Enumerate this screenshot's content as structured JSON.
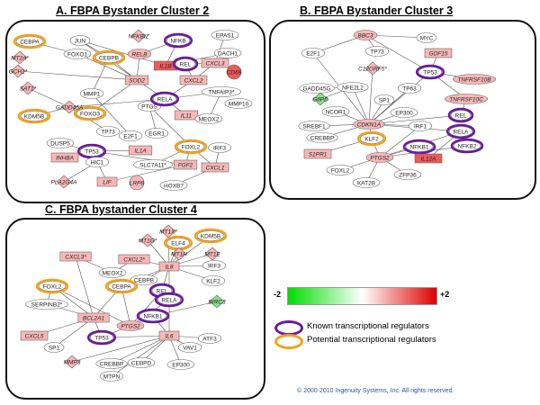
{
  "panels": {
    "a": {
      "title": "A. FBPA Bystander Cluster 2"
    },
    "b": {
      "title": "B. FBPA Bystander Cluster 3"
    },
    "c": {
      "title": "C. FBPA bystander Cluster 4"
    }
  },
  "legend": {
    "scale_min": "-2",
    "scale_max": "+2",
    "known_label": "Known transcriptional regulators",
    "potential_label": "Potential transcriptional regulators",
    "colors": {
      "known": "#6a1a9a",
      "potential": "#f2a21a",
      "down": "#00dd00",
      "up": "#e00000"
    }
  },
  "copyright": "© 2000-2010 Ingenuity Systems, Inc. All rights reserved.",
  "network_a": {
    "nodes": [
      {
        "label": "CEBPA",
        "shape": "oval",
        "fill": "white",
        "ring": "potential"
      },
      {
        "label": "JUN",
        "shape": "oval",
        "fill": "white",
        "ring": ""
      },
      {
        "label": "NFKBIZ",
        "shape": "diamond",
        "fill": "pink",
        "ring": ""
      },
      {
        "label": "NFKB",
        "shape": "oval",
        "fill": "white",
        "ring": "known"
      },
      {
        "label": "EPAS1",
        "shape": "oval",
        "fill": "white",
        "ring": ""
      },
      {
        "label": "MT2A*",
        "shape": "diamond",
        "fill": "pink",
        "ring": ""
      },
      {
        "label": "FOXO1",
        "shape": "oval",
        "fill": "white",
        "ring": ""
      },
      {
        "label": "CEBPB",
        "shape": "oval",
        "fill": "white",
        "ring": "potential"
      },
      {
        "label": "RELB",
        "shape": "oval",
        "fill": "pink",
        "ring": ""
      },
      {
        "label": "DACH1",
        "shape": "oval",
        "fill": "white",
        "ring": ""
      },
      {
        "label": "GCH1*",
        "shape": "diamond",
        "fill": "pink",
        "ring": ""
      },
      {
        "label": "IL1B",
        "shape": "rect",
        "fill": "red",
        "ring": ""
      },
      {
        "label": "REL",
        "shape": "oval",
        "fill": "white",
        "ring": "known"
      },
      {
        "label": "CXCL3",
        "shape": "rect",
        "fill": "pink",
        "ring": ""
      },
      {
        "label": "CD69",
        "shape": "circle",
        "fill": "red",
        "ring": ""
      },
      {
        "label": "SAT1*",
        "shape": "diamond",
        "fill": "pink",
        "ring": ""
      },
      {
        "label": "SOD2",
        "shape": "rect",
        "fill": "pink",
        "ring": ""
      },
      {
        "label": "MMP1",
        "shape": "oval",
        "fill": "white",
        "ring": ""
      },
      {
        "label": "CXCL2",
        "shape": "rect",
        "fill": "pink",
        "ring": ""
      },
      {
        "label": "TNFAIP3*",
        "shape": "oval",
        "fill": "white",
        "ring": ""
      },
      {
        "label": "KDM5B",
        "shape": "oval",
        "fill": "white",
        "ring": "potential"
      },
      {
        "label": "FOXO3",
        "shape": "oval",
        "fill": "white",
        "ring": "potential"
      },
      {
        "label": "GADD45A",
        "shape": "diamond",
        "fill": "pink",
        "ring": ""
      },
      {
        "label": "PTGS",
        "shape": "oval",
        "fill": "white",
        "ring": ""
      },
      {
        "label": "RELA",
        "shape": "oval",
        "fill": "white",
        "ring": "known"
      },
      {
        "label": "MMP10",
        "shape": "oval",
        "fill": "white",
        "ring": ""
      },
      {
        "label": "IL11",
        "shape": "rect",
        "fill": "pink",
        "ring": ""
      },
      {
        "label": "MEOX2",
        "shape": "oval",
        "fill": "white",
        "ring": ""
      },
      {
        "label": "TP73",
        "shape": "oval",
        "fill": "white",
        "ring": ""
      },
      {
        "label": "E2F1",
        "shape": "oval",
        "fill": "white",
        "ring": ""
      },
      {
        "label": "EGR1",
        "shape": "oval",
        "fill": "white",
        "ring": ""
      },
      {
        "label": "FOXL2",
        "shape": "oval",
        "fill": "white",
        "ring": "potential"
      },
      {
        "label": "IRF3",
        "shape": "oval",
        "fill": "white",
        "ring": ""
      },
      {
        "label": "DUSP5",
        "shape": "oval",
        "fill": "white",
        "ring": ""
      },
      {
        "label": "TP53",
        "shape": "oval",
        "fill": "white",
        "ring": "known"
      },
      {
        "label": "IL1A",
        "shape": "rect",
        "fill": "pink",
        "ring": ""
      },
      {
        "label": "INHBA",
        "shape": "rect",
        "fill": "pink",
        "ring": ""
      },
      {
        "label": "HIC1",
        "shape": "oval",
        "fill": "white",
        "ring": ""
      },
      {
        "label": "SLC7A11*",
        "shape": "oval",
        "fill": "white",
        "ring": ""
      },
      {
        "label": "FGF2",
        "shape": "rect",
        "fill": "pink",
        "ring": ""
      },
      {
        "label": "CXCL1",
        "shape": "rect",
        "fill": "pink",
        "ring": ""
      },
      {
        "label": "PLA2G4A",
        "shape": "diamond",
        "fill": "pink",
        "ring": ""
      },
      {
        "label": "LIF",
        "shape": "rect",
        "fill": "pink",
        "ring": ""
      },
      {
        "label": "LRP8",
        "shape": "circle",
        "fill": "pink",
        "ring": ""
      },
      {
        "label": "HOXB7",
        "shape": "oval",
        "fill": "white",
        "ring": ""
      }
    ]
  },
  "network_b": {
    "nodes": [
      {
        "label": "BBC3",
        "shape": "oval",
        "fill": "pink",
        "ring": ""
      },
      {
        "label": "MYC",
        "shape": "oval",
        "fill": "white",
        "ring": ""
      },
      {
        "label": "E2F1",
        "shape": "oval",
        "fill": "white",
        "ring": ""
      },
      {
        "label": "TP73",
        "shape": "oval",
        "fill": "white",
        "ring": ""
      },
      {
        "label": "GDF15",
        "shape": "rect",
        "fill": "pink",
        "ring": ""
      },
      {
        "label": "C12ORF5*",
        "shape": "diamond",
        "fill": "pink",
        "ring": ""
      },
      {
        "label": "TP53",
        "shape": "oval",
        "fill": "white",
        "ring": "known"
      },
      {
        "label": "TNFRSF10B",
        "shape": "oval",
        "fill": "pink",
        "ring": ""
      },
      {
        "label": "GADD45G",
        "shape": "oval",
        "fill": "white",
        "ring": ""
      },
      {
        "label": "NFE2L2",
        "shape": "oval",
        "fill": "white",
        "ring": ""
      },
      {
        "label": "TP63",
        "shape": "oval",
        "fill": "white",
        "ring": ""
      },
      {
        "label": "SP1",
        "shape": "oval",
        "fill": "white",
        "ring": ""
      },
      {
        "label": "G6PD",
        "shape": "diamond",
        "fill": "green",
        "ring": ""
      },
      {
        "label": "TNFRSF10C",
        "shape": "oval",
        "fill": "pink",
        "ring": ""
      },
      {
        "label": "NCOR1",
        "shape": "oval",
        "fill": "white",
        "ring": ""
      },
      {
        "label": "EP300",
        "shape": "oval",
        "fill": "white",
        "ring": ""
      },
      {
        "label": "REL",
        "shape": "oval",
        "fill": "white",
        "ring": "known"
      },
      {
        "label": "SREBF1",
        "shape": "oval",
        "fill": "white",
        "ring": ""
      },
      {
        "label": "CDKN1A",
        "shape": "oval",
        "fill": "pink",
        "ring": ""
      },
      {
        "label": "IRF1",
        "shape": "oval",
        "fill": "white",
        "ring": ""
      },
      {
        "label": "RELA",
        "shape": "oval",
        "fill": "white",
        "ring": "known"
      },
      {
        "label": "CREBBP",
        "shape": "oval",
        "fill": "white",
        "ring": ""
      },
      {
        "label": "KLF2",
        "shape": "oval",
        "fill": "white",
        "ring": "potential"
      },
      {
        "label": "NFKB1",
        "shape": "oval",
        "fill": "white",
        "ring": "known"
      },
      {
        "label": "NFKB2",
        "shape": "oval",
        "fill": "white",
        "ring": "known"
      },
      {
        "label": "S1PR1",
        "shape": "rect",
        "fill": "pink",
        "ring": ""
      },
      {
        "label": "PTGS2",
        "shape": "oval",
        "fill": "pink",
        "ring": ""
      },
      {
        "label": "IL12A",
        "shape": "rect",
        "fill": "red",
        "ring": ""
      },
      {
        "label": "FOXL2",
        "shape": "oval",
        "fill": "white",
        "ring": ""
      },
      {
        "label": "ZFP36",
        "shape": "oval",
        "fill": "white",
        "ring": ""
      },
      {
        "label": "KAT2B",
        "shape": "oval",
        "fill": "white",
        "ring": ""
      }
    ]
  },
  "network_c": {
    "nodes": [
      {
        "label": "MT1X*",
        "shape": "diamond",
        "fill": "pink",
        "ring": ""
      },
      {
        "label": "KDM5B",
        "shape": "oval",
        "fill": "white",
        "ring": "potential"
      },
      {
        "label": "MT1G*",
        "shape": "diamond",
        "fill": "pink",
        "ring": ""
      },
      {
        "label": "ELF4",
        "shape": "oval",
        "fill": "white",
        "ring": "potential"
      },
      {
        "label": "MT1H",
        "shape": "diamond",
        "fill": "pink",
        "ring": ""
      },
      {
        "label": "MT1E",
        "shape": "diamond",
        "fill": "pink",
        "ring": ""
      },
      {
        "label": "CXCL3*",
        "shape": "rect",
        "fill": "pink",
        "ring": ""
      },
      {
        "label": "CXCL2*",
        "shape": "rect",
        "fill": "pink",
        "ring": ""
      },
      {
        "label": "IL8",
        "shape": "rect",
        "fill": "pink",
        "ring": ""
      },
      {
        "label": "IRF3",
        "shape": "oval",
        "fill": "white",
        "ring": ""
      },
      {
        "label": "MEOX2",
        "shape": "oval",
        "fill": "white",
        "ring": ""
      },
      {
        "label": "CEBPB",
        "shape": "oval",
        "fill": "white",
        "ring": ""
      },
      {
        "label": "KLF2",
        "shape": "oval",
        "fill": "white",
        "ring": ""
      },
      {
        "label": "FOXL2",
        "shape": "oval",
        "fill": "white",
        "ring": "potential"
      },
      {
        "label": "CEBPA",
        "shape": "oval",
        "fill": "white",
        "ring": "potential"
      },
      {
        "label": "REL",
        "shape": "oval",
        "fill": "white",
        "ring": "known"
      },
      {
        "label": "RELA",
        "shape": "oval",
        "fill": "white",
        "ring": "known"
      },
      {
        "label": "BIRC3",
        "shape": "diamond",
        "fill": "green",
        "ring": ""
      },
      {
        "label": "SERPINB2*",
        "shape": "oval",
        "fill": "white",
        "ring": ""
      },
      {
        "label": "BCL2A1",
        "shape": "rect",
        "fill": "pink",
        "ring": ""
      },
      {
        "label": "NFKB1",
        "shape": "oval",
        "fill": "white",
        "ring": "known"
      },
      {
        "label": "PTGS2",
        "shape": "oval",
        "fill": "pink",
        "ring": ""
      },
      {
        "label": "IL6",
        "shape": "rect",
        "fill": "pink",
        "ring": ""
      },
      {
        "label": "ATF3",
        "shape": "oval",
        "fill": "white",
        "ring": ""
      },
      {
        "label": "CXCL5",
        "shape": "rect",
        "fill": "pink",
        "ring": ""
      },
      {
        "label": "TP53",
        "shape": "oval",
        "fill": "white",
        "ring": "known"
      },
      {
        "label": "VAV1",
        "shape": "oval",
        "fill": "white",
        "ring": ""
      },
      {
        "label": "SP1",
        "shape": "oval",
        "fill": "white",
        "ring": ""
      },
      {
        "label": "MMP3",
        "shape": "diamond",
        "fill": "pink",
        "ring": ""
      },
      {
        "label": "CREBBP",
        "shape": "oval",
        "fill": "white",
        "ring": ""
      },
      {
        "label": "CEBPD",
        "shape": "oval",
        "fill": "white",
        "ring": ""
      },
      {
        "label": "EP300",
        "shape": "oval",
        "fill": "white",
        "ring": ""
      },
      {
        "label": "MTPN",
        "shape": "oval",
        "fill": "white",
        "ring": ""
      }
    ]
  }
}
